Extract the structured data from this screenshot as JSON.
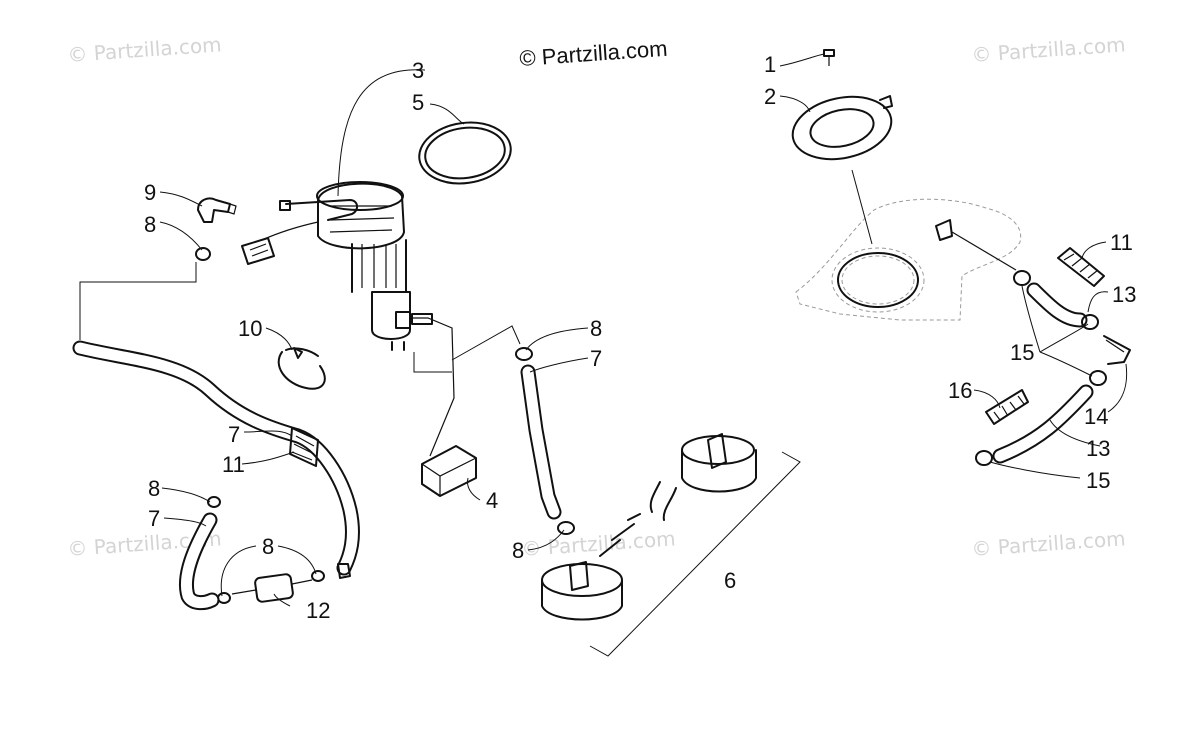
{
  "copyright": "© Partzilla.com",
  "watermark_text": "© Partzilla.com",
  "callouts": {
    "c1": "1",
    "c2": "2",
    "c3": "3",
    "c4": "4",
    "c5": "5",
    "c6": "6",
    "c7a": "7",
    "c7b": "7",
    "c7c": "7",
    "c8a": "8",
    "c8b": "8",
    "c8c": "8",
    "c8d": "8",
    "c8e": "8",
    "c9": "9",
    "c10": "10",
    "c11a": "11",
    "c11b": "11",
    "c12": "12",
    "c13a": "13",
    "c13b": "13",
    "c14": "14",
    "c15a": "15",
    "c15b": "15",
    "c16": "16"
  },
  "colors": {
    "ink": "#111111",
    "watermark": "#d4d4d4",
    "ghost": "#9a9a9a"
  }
}
